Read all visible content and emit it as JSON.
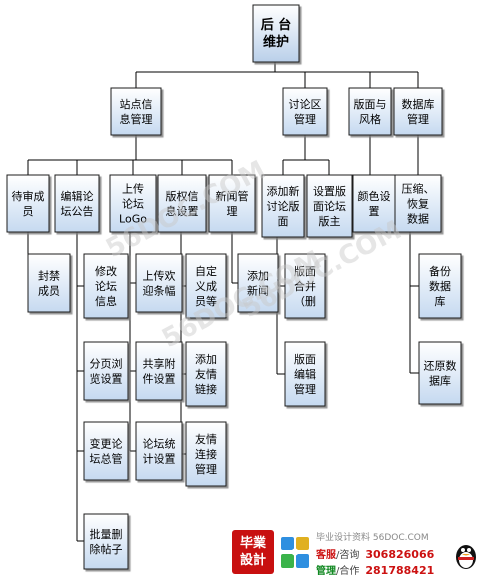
{
  "nodes": [
    {
      "id": "root",
      "lines": [
        "后 台",
        "维护"
      ]
    },
    {
      "id": "n_site",
      "lines": [
        "站点信",
        "息管理"
      ]
    },
    {
      "id": "n_forum",
      "lines": [
        "讨论区",
        "管理"
      ]
    },
    {
      "id": "n_layout",
      "lines": [
        "版面与",
        "风格"
      ]
    },
    {
      "id": "n_db",
      "lines": [
        "数据库",
        "管理"
      ]
    },
    {
      "id": "n_pending",
      "lines": [
        "待审成",
        "员"
      ]
    },
    {
      "id": "n_editnotice",
      "lines": [
        "编辑论",
        "坛公告"
      ]
    },
    {
      "id": "n_uploadlogo",
      "lines": [
        "上传",
        "论坛",
        "LoGo"
      ]
    },
    {
      "id": "n_copyright",
      "lines": [
        "版权信",
        "息设置"
      ]
    },
    {
      "id": "n_newsmgmt",
      "lines": [
        "新闻管",
        "理"
      ]
    },
    {
      "id": "n_addboard",
      "lines": [
        "添加新",
        "讨论版",
        "面"
      ]
    },
    {
      "id": "n_setmod",
      "lines": [
        "设置版",
        "面论坛",
        "版主"
      ]
    },
    {
      "id": "n_color",
      "lines": [
        "颜色设",
        "置"
      ]
    },
    {
      "id": "n_compress",
      "lines": [
        "压缩、",
        "恢复",
        "数据"
      ]
    },
    {
      "id": "n_ban",
      "lines": [
        "封禁",
        "成员"
      ]
    },
    {
      "id": "n_modinfo",
      "lines": [
        "修改",
        "论坛",
        "信息"
      ]
    },
    {
      "id": "n_paging",
      "lines": [
        "分页浏",
        "览设置"
      ]
    },
    {
      "id": "n_changemgr",
      "lines": [
        "变更论",
        "坛总管"
      ]
    },
    {
      "id": "n_batchdel",
      "lines": [
        "批量删",
        "除帖子"
      ]
    },
    {
      "id": "n_welcome",
      "lines": [
        "上传欢",
        "迎条幅"
      ]
    },
    {
      "id": "n_attach",
      "lines": [
        "共享附",
        "件设置"
      ]
    },
    {
      "id": "n_stats",
      "lines": [
        "论坛统",
        "计设置"
      ]
    },
    {
      "id": "n_custom",
      "lines": [
        "自定",
        "义成",
        "员等"
      ]
    },
    {
      "id": "n_addlinks",
      "lines": [
        "添加",
        "友情",
        "链接"
      ]
    },
    {
      "id": "n_linkmgmt",
      "lines": [
        "友情",
        "连接",
        "管理"
      ]
    },
    {
      "id": "n_addnews",
      "lines": [
        "添加",
        "新闻"
      ]
    },
    {
      "id": "n_merge",
      "lines": [
        "版面",
        "合并",
        "（删"
      ]
    },
    {
      "id": "n_boardedit",
      "lines": [
        "版面",
        "编辑",
        "管理"
      ]
    },
    {
      "id": "n_backup",
      "lines": [
        "备份",
        "数据",
        "库"
      ]
    },
    {
      "id": "n_restore",
      "lines": [
        "还原数",
        "据库"
      ]
    }
  ],
  "watermark": [
    "56DOC.COM",
    "56DOC.COM",
    "56DOC.COM"
  ],
  "footer": {
    "logo_top": "毕業",
    "logo_bottom": "設計",
    "site": "毕业设计资料 56DOC.COM",
    "row1_label": "客服",
    "row1_sep": "/咨询",
    "row1_num": "306826066",
    "row2_label": "管理",
    "row2_sep": "/合作",
    "row2_num": "281788421"
  },
  "colors": {
    "box_top": "#ffffff",
    "box_bottom": "#c5d9f0",
    "root_bottom": "#b9cfe9",
    "logo_red": "#c81010"
  }
}
